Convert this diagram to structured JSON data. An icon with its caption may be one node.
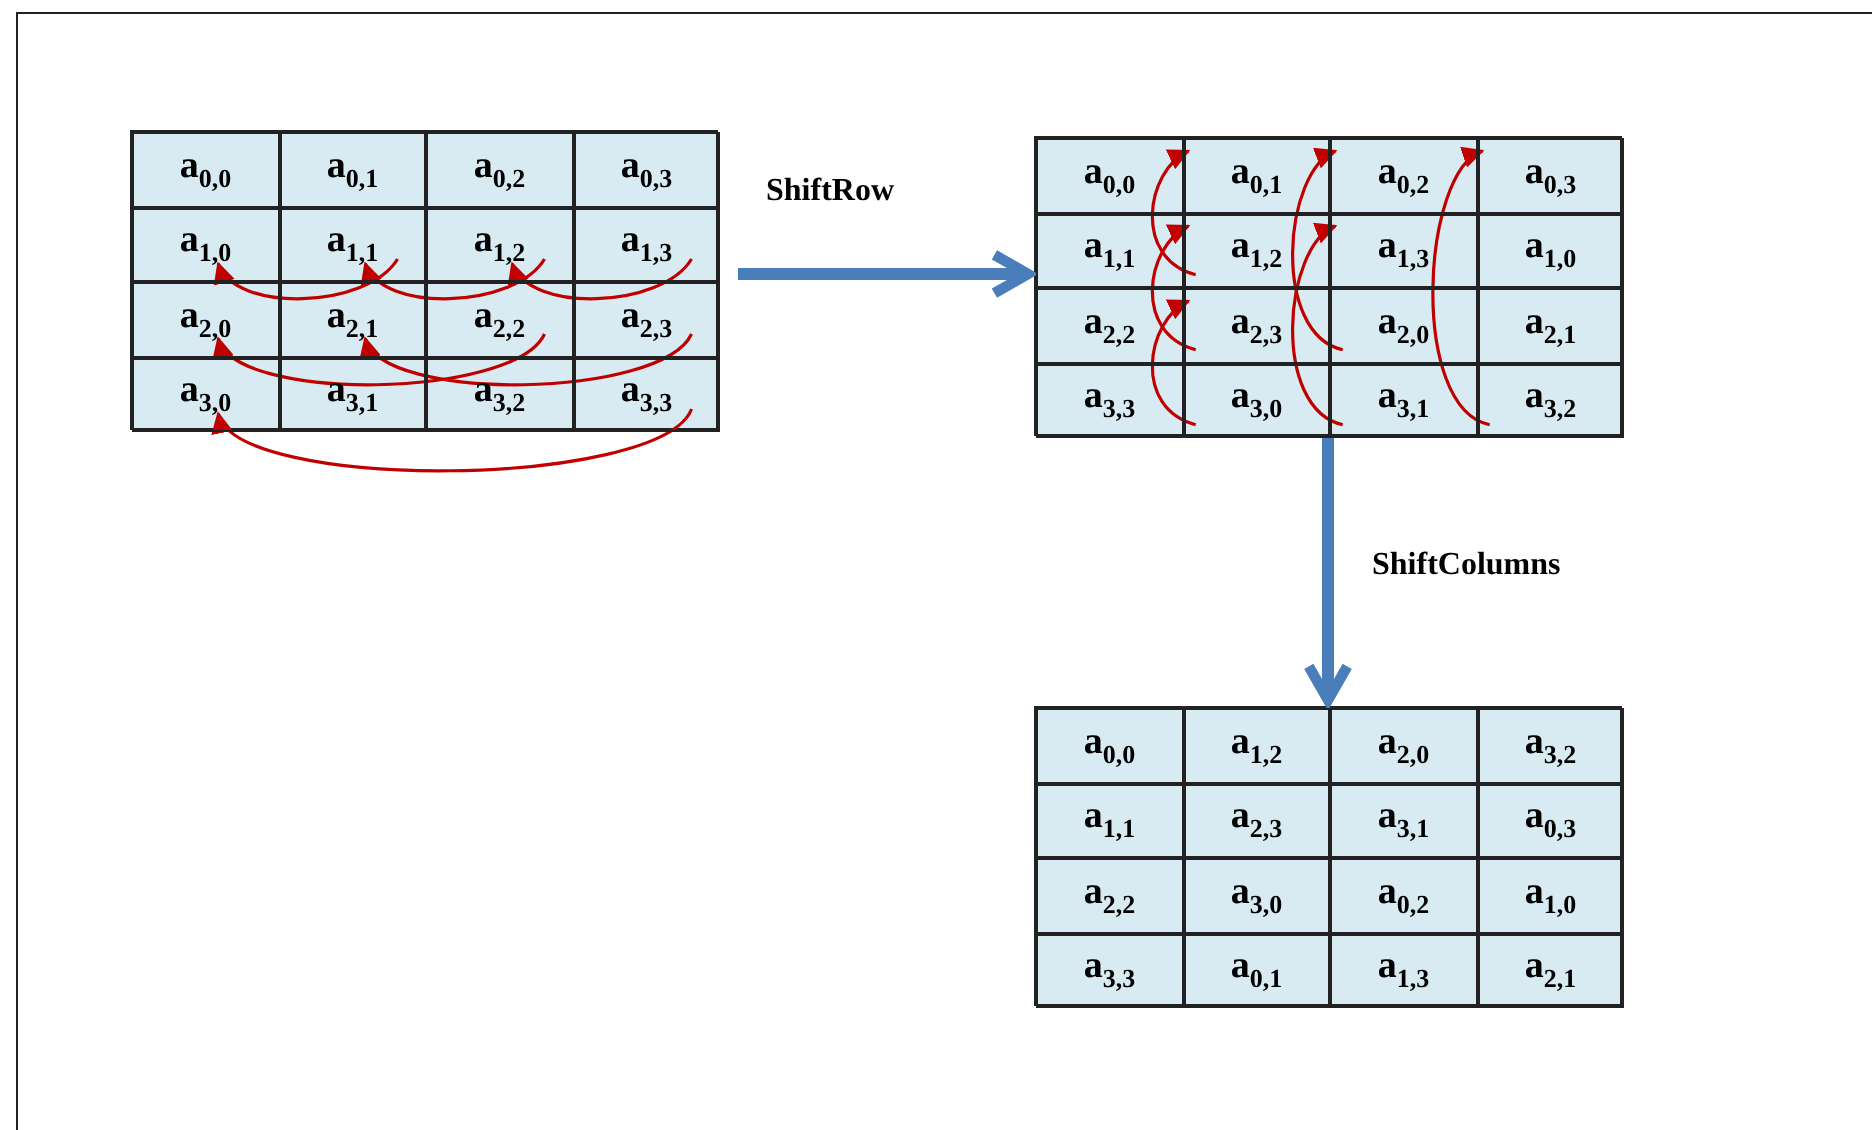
{
  "diagram": {
    "nodes": [
      {
        "text": [
          "a$_{0,0}$",
          "a$_{0,1}$",
          "a$_{0,2}$",
          "a$_{0,3}$",
          "a$_{1,0}$",
          "a$_{1,1}$",
          "a$_{1,2}$",
          "a$_{1,3}$",
          "a$_{2,0}$",
          "a$_{2,1}$",
          "a$_{2,2}$",
          "a$_{2,3}$",
          "a$_{3,0}$",
          "a$_{3,1}$",
          "a$_{3,2}$",
          "a$_{3,3}$"
        ]
      },
      {
        "text": [
          "a$_{0,0}$",
          "a$_{0,1}$",
          "a$_{0,2}$",
          "a$_{0,3}$",
          "a$_{1,1}$",
          "a$_{1,2}$",
          "a$_{1,3}$",
          "a$_{1,0}$",
          "a$_{2,2}$",
          "a$_{2,3}$",
          "a$_{2,0}$",
          "a$_{2,1}$",
          "a$_{3,3}$",
          "a$_{3,0}$",
          "a$_{3,1}$",
          "a$_{3,2}$"
        ]
      },
      {
        "text": [
          "a$_{0,0}$",
          "a$_{1,2}$",
          "a$_{2,0}$",
          "a$_{3,2}$",
          "a$_{1,1}$",
          "a$_{2,3}$",
          "a$_{3,1}$",
          "a$_{0,3}$",
          "a$_{2,2}$",
          "a$_{3,0}$",
          "a$_{0,2}$",
          "a$_{1,0}$",
          "a$_{3,3}$",
          "a$_{0,1}$",
          "a$_{1,3}$",
          "a$_{2,1}$"
        ]
      }
    ],
    "edges": [
      {
        "from": 0,
        "to": 1,
        "arrow": "to",
        "label": "ShiftRow"
      },
      {
        "from": 1,
        "to": 2,
        "arrow": "to",
        "label": "ShiftColumns"
      }
    ]
  }
}
